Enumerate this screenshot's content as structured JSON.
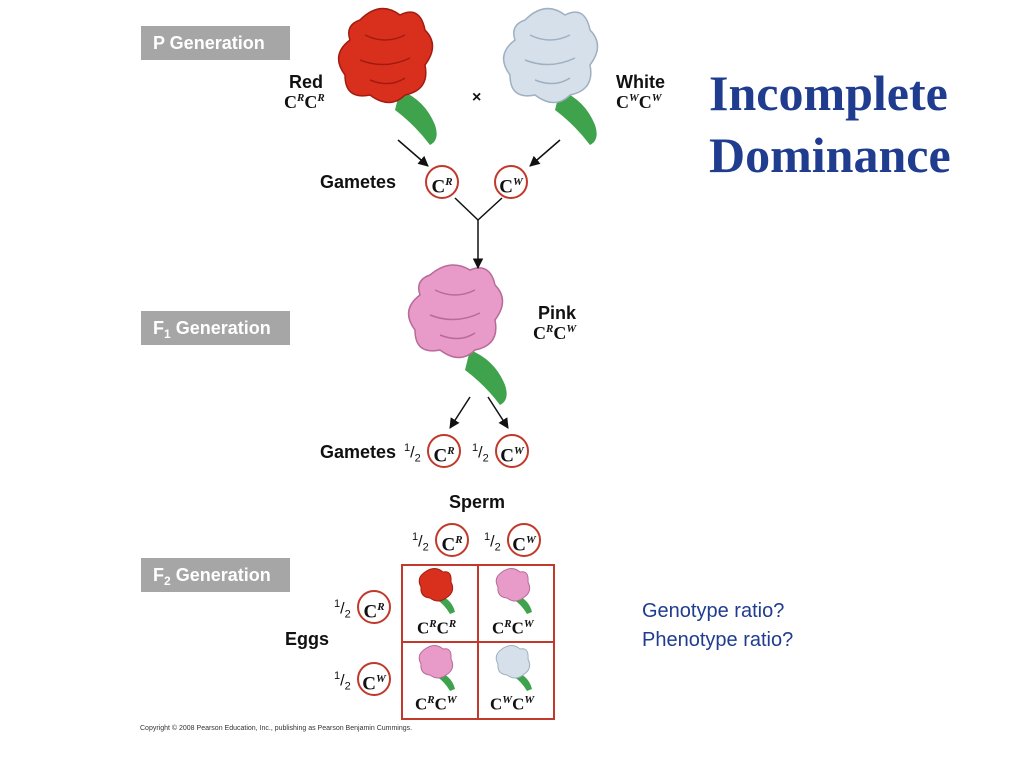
{
  "labels": {
    "p_generation": "P Generation",
    "f1_generation_prefix": "F",
    "f1_generation_sub": "1",
    "f1_generation_suffix": " Generation",
    "f2_generation_prefix": "F",
    "f2_generation_sub": "2",
    "f2_generation_suffix": " Generation"
  },
  "parents": {
    "red_name": "Red",
    "white_name": "White",
    "cross_symbol": "×"
  },
  "gametes_label": "Gametes",
  "f1": {
    "name": "Pink"
  },
  "f2": {
    "sperm_label": "Sperm",
    "eggs_label": "Eggs"
  },
  "alleles": {
    "base": "C",
    "red": "R",
    "white": "W"
  },
  "fraction": {
    "num": "1",
    "den": "2"
  },
  "title": {
    "line1": "Incomplete",
    "line2": "Dominance"
  },
  "questions": {
    "genotype": "Genotype ratio?",
    "phenotype": "Phenotype ratio?"
  },
  "copyright": "Copyright © 2008 Pearson Education, Inc., publishing as Pearson Benjamin Cummings.",
  "colors": {
    "title": "#1f3c8f",
    "red_flower": "#d9301e",
    "white_flower": "#d6e0ea",
    "pink_flower": "#e89ac8",
    "stem": "#3fa34d",
    "circle": "#c0392b"
  }
}
